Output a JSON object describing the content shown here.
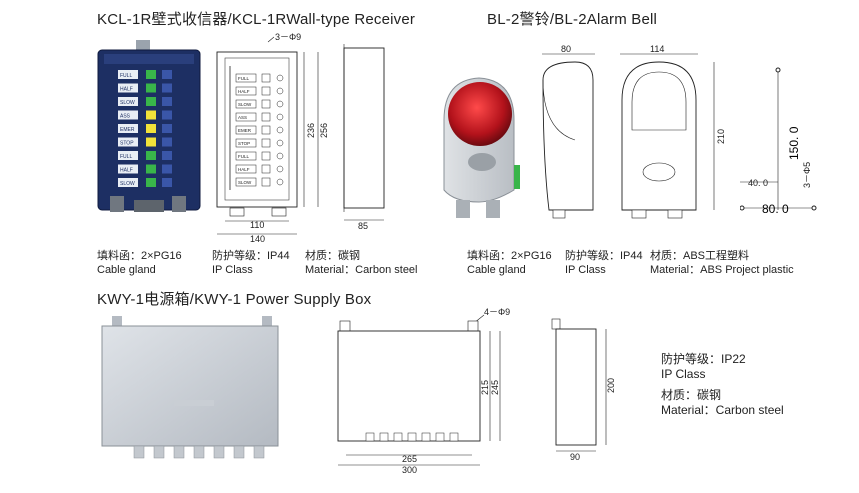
{
  "section1": {
    "title_receiver": "KCL-1R壁式收信器/KCL-1RWall-type Receiver",
    "title_bell": "BL-2警铃/BL-2Alarm Bell",
    "receiver_specs": {
      "gland_cn": "填料函：2×PG16",
      "gland_en": "Cable gland",
      "ip_cn": "防护等级：IP44",
      "ip_en": "IP Class",
      "mat_cn": "材质：碳钢",
      "mat_en": "Material：Carbon steel"
    },
    "bell_specs": {
      "gland_cn": "填料函：2×PG16",
      "gland_en": "Cable gland",
      "ip_cn": "防护等级：IP44",
      "ip_en": "IP Class",
      "mat_cn": "材质：ABS工程塑料",
      "mat_en": "Material：ABS Project plastic"
    },
    "receiver_dims": {
      "holes": "3－Φ9",
      "width_inner": "110",
      "width_outer": "140",
      "height_inner": "236",
      "height_outer": "256",
      "depth": "85"
    },
    "bell_dims": {
      "side_depth": "80",
      "front_width": "114",
      "height": "210",
      "hole_height": "150. 0",
      "hole_off": "40. 0",
      "hole_spacing": "80. 0",
      "holes": "3－Φ5"
    },
    "panel_labels": [
      "FULL",
      "HALF",
      "SLOW",
      "ASS",
      "EMER",
      "STOP",
      "FULL",
      "HALF",
      "SLOW"
    ]
  },
  "section2": {
    "title": "KWY-1电源箱/KWY-1 Power Supply Box",
    "specs": {
      "ip_cn": "防护等级：IP22",
      "ip_en": "IP Class",
      "mat_cn": "材质：碳钢",
      "mat_en": "Material：Carbon steel"
    },
    "dims": {
      "holes": "4－Φ9",
      "h_inner": "215",
      "h_outer": "245",
      "w_inner": "265",
      "w_outer": "300",
      "side_h": "200",
      "side_d": "90"
    }
  },
  "colors": {
    "panel_dark": "#1d2f63",
    "bell_red": "#b3121b",
    "led_yellow": "#f2e23a",
    "led_green": "#39b54a"
  }
}
